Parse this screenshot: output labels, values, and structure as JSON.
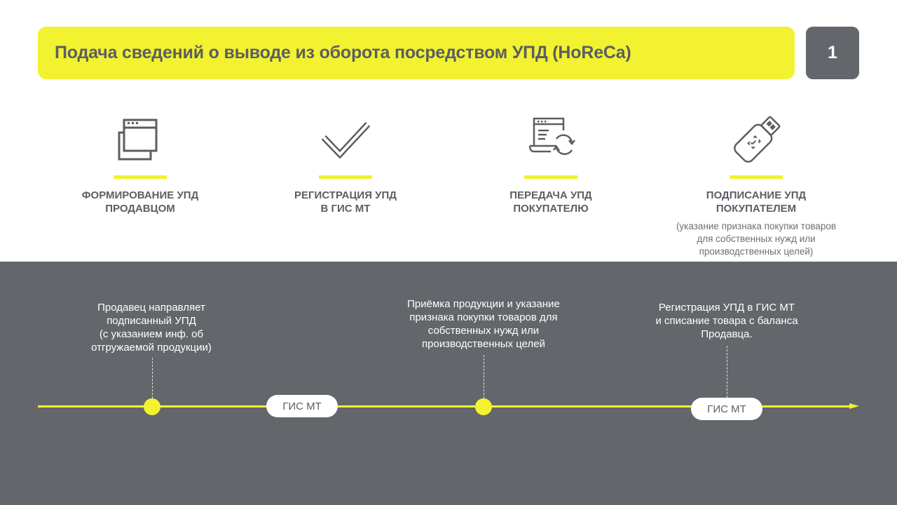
{
  "header": {
    "title": "Подача сведений о выводе из оборота посредством УПД (HoReCa)",
    "page_number": "1"
  },
  "steps": [
    {
      "icon": "browser-window-icon",
      "title": "ФОРМИРОВАНИЕ УПД\nПРОДАВЦОМ",
      "note": ""
    },
    {
      "icon": "checkmark-icon",
      "title": "РЕГИСТРАЦИЯ УПД\nВ ГИС МТ",
      "note": ""
    },
    {
      "icon": "document-sync-icon",
      "title": "ПЕРЕДАЧА УПД\nПОКУПАТЕЛЮ",
      "note": ""
    },
    {
      "icon": "usb-key-icon",
      "title": "ПОДПИСАНИЕ УПД ПОКУПАТЕЛЕМ",
      "note": "(указание признака покупки товаров\nдля собственных нужд или\nпроизводственных целей)"
    }
  ],
  "timeline": {
    "events": [
      {
        "text": "Продавец направляет\nподписанный УПД\n(с указанием инф. об\nотгружаемой продукции)"
      },
      {
        "text": "Приёмка продукции и указание\nпризнака покупки товаров для\nсобственных нужд или\nпроизводственных целей"
      },
      {
        "text": "Регистрация УПД в ГИС МТ\nи списание товара с баланса\nПродавца."
      }
    ],
    "pills": [
      "ГИС МТ",
      "ГИС МТ"
    ]
  },
  "colors": {
    "accent_yellow": "#f2f230",
    "dark_gray": "#63666b",
    "text_gray": "#5b5e63"
  }
}
